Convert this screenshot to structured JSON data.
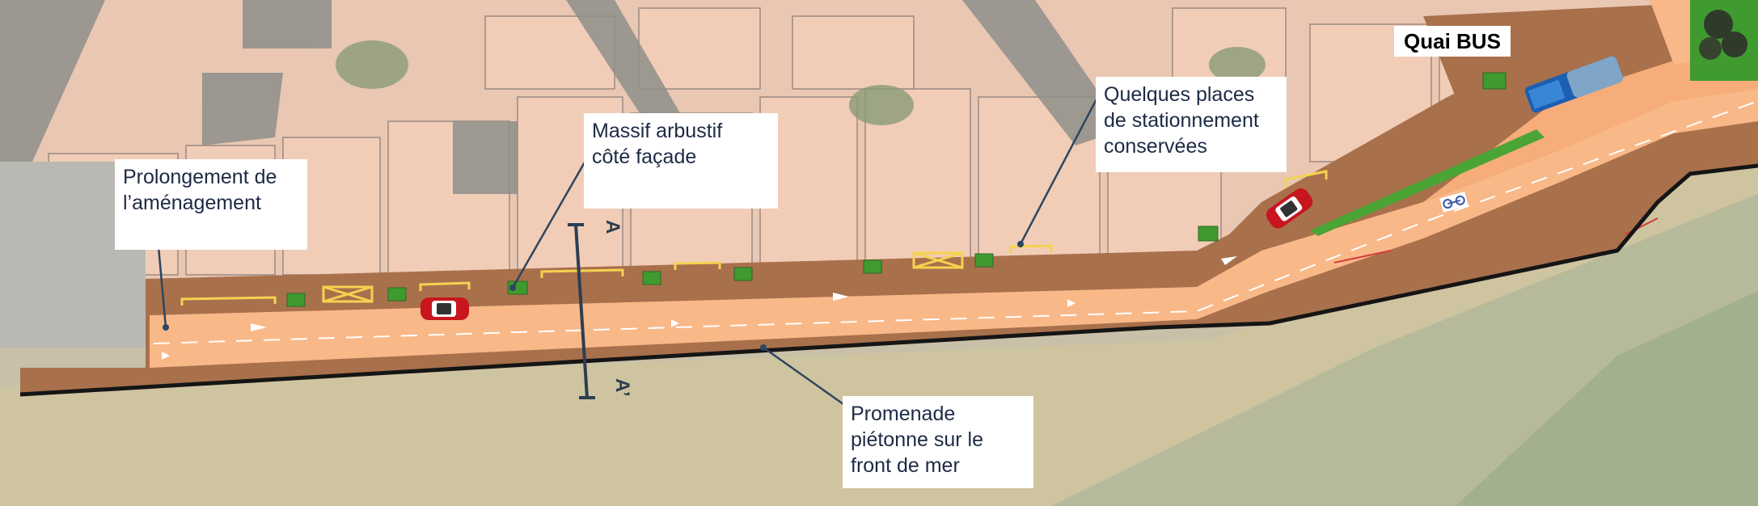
{
  "map": {
    "colors": {
      "roadway": "#f9b888",
      "sidewalk": "#a9714c",
      "buildings": "#f0cbb6",
      "beach_sand": "#c9c09a",
      "sea": "#a8b79a",
      "seawall": "#151515",
      "parking_mark": "#f5d24f",
      "planter": "#3f9a30",
      "leader_line": "#2c4660"
    },
    "labels": {
      "extension": [
        "Prolongement de",
        "l’aménagement"
      ],
      "shrubs": [
        "Massif arbustif",
        "côté façade"
      ],
      "parking": [
        "Quelques places",
        "de stationnement",
        "conservées"
      ],
      "promenade": [
        "Promenade",
        "piétonne sur le",
        "front de mer"
      ],
      "bus_stop": "Quai BUS"
    },
    "section": {
      "start": "A",
      "end": "A’"
    },
    "icons": [
      "car-icon",
      "car-icon",
      "bus-icon",
      "bicycle-icon",
      "tree-icon"
    ]
  }
}
